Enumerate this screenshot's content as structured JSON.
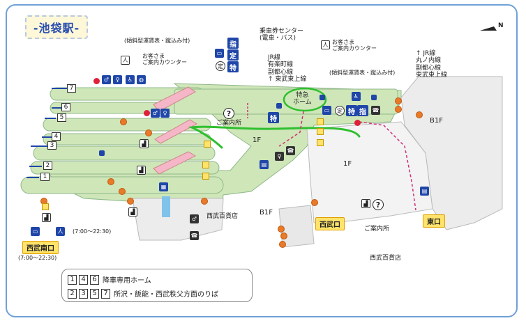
{
  "title": "-池袋駅-",
  "labels": {
    "ticket_center": "乗車券センター\n(電車・バス)",
    "slope_fare_1": "(傾斜型運賃表・蹴込み付)",
    "guide_counter_left": "お客さま\nご案内カウンター",
    "guide_counter_right": "お客さま\nご案内カウンター",
    "jr_lines_center": "JR線\n有楽町線\n副都心線\n↑ 東武東上線",
    "jr_lines_right": "↑ JR線\n丸ノ内線\n副都心線\n東武東上線",
    "slope_fare_2": "(傾斜型運賃表・蹴込み付)",
    "tokkyu_home": "特急\nホーム",
    "info_center": "ご案内所",
    "info_center_lower": "ご案内所",
    "floor_1f_left": "1F",
    "floor_1f_right": "1F",
    "floor_b1f_right": "B1F",
    "floor_b1f_center": "B1F",
    "seibu_dept_left": "西武百貨店",
    "seibu_dept_right": "西武百貨店",
    "hours_1": "(7:00〜22:30)",
    "hours_2": "(7:00〜22:30)",
    "compass": "N"
  },
  "exits": {
    "seibu_minami": "西武南口",
    "seibu": "西武口",
    "higashi": "東口"
  },
  "platforms": [
    "7",
    "6",
    "5",
    "4",
    "3",
    "2",
    "1"
  ],
  "badges": {
    "shitei": "指",
    "tei": "定",
    "toku": "特",
    "tei_circle": "定"
  },
  "legend": {
    "row1_nums": [
      "1",
      "4",
      "6"
    ],
    "row1_text": "降車専用ホーム",
    "row2_nums": [
      "2",
      "3",
      "5",
      "7"
    ],
    "row2_text": "所沢・飯能・西武秩父方面のりば"
  },
  "colors": {
    "platform": "#cfe6b8",
    "concourse": "#cfe6b8",
    "accent_blue": "#1f46a8",
    "exit_yellow": "#ffe36a",
    "route_green": "#2fbf2f",
    "route_pink": "#d0307a"
  }
}
